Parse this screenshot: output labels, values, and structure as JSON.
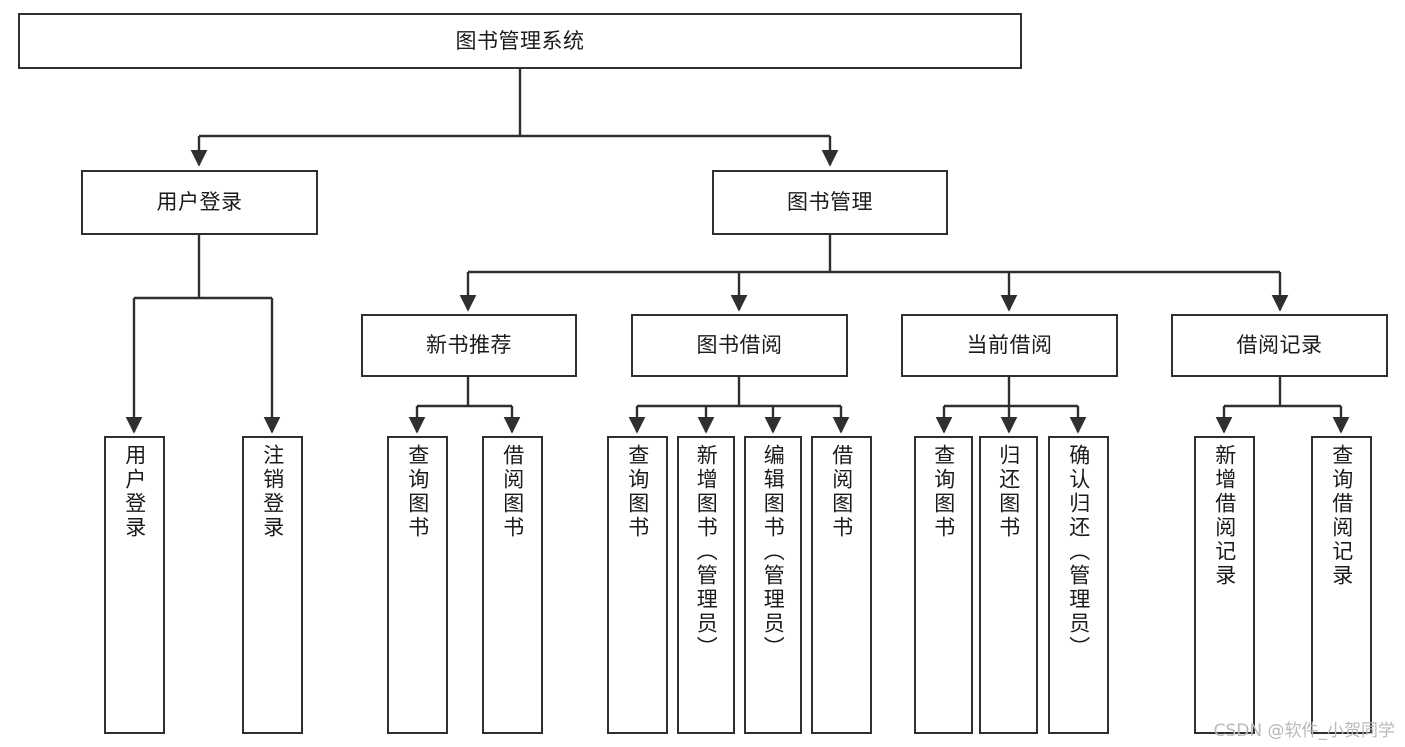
{
  "diagram": {
    "title": "图书管理系统",
    "type": "tree",
    "watermark": "CSDN @软件_小贺同学"
  },
  "nodes": {
    "root": {
      "label": "图书管理系统"
    },
    "level2": [
      {
        "id": "user-login",
        "label": "用户登录"
      },
      {
        "id": "book-manage",
        "label": "图书管理"
      }
    ],
    "level3": [
      {
        "id": "new-book-rec",
        "label": "新书推荐"
      },
      {
        "id": "book-borrow",
        "label": "图书借阅"
      },
      {
        "id": "current-borrow",
        "label": "当前借阅"
      },
      {
        "id": "borrow-record",
        "label": "借阅记录"
      }
    ],
    "leaves": {
      "user_login": [
        {
          "id": "leaf-user-login",
          "label": "用户登录"
        },
        {
          "id": "leaf-logout-login",
          "label": "注销登录"
        }
      ],
      "new_book_rec": [
        {
          "id": "leaf-query-book-1",
          "label": "查询图书"
        },
        {
          "id": "leaf-borrow-book-1",
          "label": "借阅图书"
        }
      ],
      "book_borrow": [
        {
          "id": "leaf-query-book-2",
          "label": "查询图书"
        },
        {
          "id": "leaf-add-book",
          "label": "新增图书（管理员）"
        },
        {
          "id": "leaf-edit-book",
          "label": "编辑图书（管理员）"
        },
        {
          "id": "leaf-borrow-book-2",
          "label": "借阅图书"
        }
      ],
      "current_borrow": [
        {
          "id": "leaf-query-book-3",
          "label": "查询图书"
        },
        {
          "id": "leaf-return-book",
          "label": "归还图书"
        },
        {
          "id": "leaf-confirm-return",
          "label": "确认归还（管理员）"
        }
      ],
      "borrow_record": [
        {
          "id": "leaf-add-record",
          "label": "新增借阅记录"
        },
        {
          "id": "leaf-query-record",
          "label": "查询借阅记录"
        }
      ]
    }
  },
  "colors": {
    "stroke": "#2f2f2f",
    "background": "#ffffff",
    "text": "#1b1b1b",
    "watermark": "#b9b9b9"
  }
}
